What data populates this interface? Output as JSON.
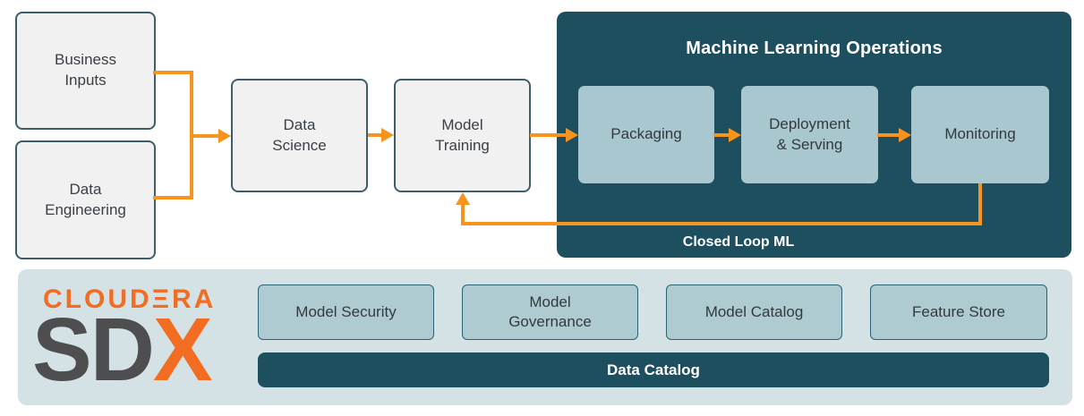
{
  "diagram": {
    "flow_boxes": [
      {
        "id": "business-inputs",
        "label": "Business\nInputs"
      },
      {
        "id": "data-engineering",
        "label": "Data\nEngineering"
      },
      {
        "id": "data-science",
        "label": "Data\nScience"
      },
      {
        "id": "model-training",
        "label": "Model\nTraining"
      }
    ],
    "mlops_panel": {
      "title": "Machine Learning Operations",
      "boxes": [
        {
          "label": "Packaging"
        },
        {
          "label": "Deployment\n& Serving"
        },
        {
          "label": "Monitoring"
        }
      ],
      "loop_label": "Closed Loop ML"
    },
    "sdx_panel": {
      "logo": {
        "brand": "CLOUDERA",
        "brand_display": "CLOUDΞRA",
        "product": "SDX",
        "product_sd": "SD",
        "product_x": "X"
      },
      "boxes": [
        {
          "label": "Model Security"
        },
        {
          "label": "Model\nGovernance"
        },
        {
          "label": "Model Catalog"
        },
        {
          "label": "Feature Store"
        }
      ],
      "bar_label": "Data Catalog"
    },
    "colors": {
      "dark_teal": "#1D4F5F",
      "panel_box": "#A8C7CE",
      "sdx_bg": "#D4E2E5",
      "sdx_box": "#AECBD2",
      "sdx_box_border": "#2B6272",
      "flow_box_bg": "#F1F1F2",
      "flow_box_border": "#3E5D6B",
      "arrow": "#F7941E",
      "logo_orange": "#F26D21",
      "logo_gray": "#4E4E50",
      "box_text": "#3A4045"
    }
  }
}
